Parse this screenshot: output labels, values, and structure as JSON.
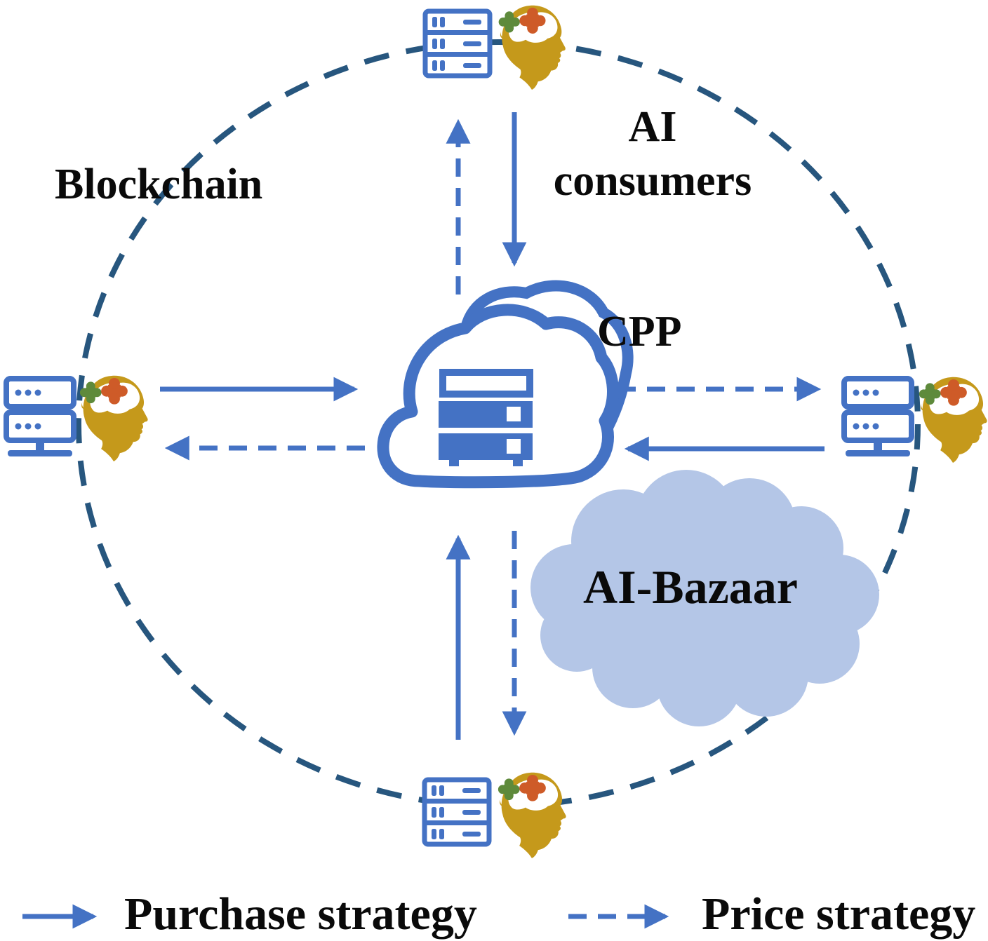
{
  "title": "AI-Bazaar trading architecture diagram",
  "labels": {
    "blockchain": "Blockchain",
    "consumers_line1": "AI",
    "consumers_line2": "consumers",
    "cpp": "CPP",
    "bazaar": "AI-Bazaar"
  },
  "legend": {
    "purchase_label": "Purchase strategy",
    "price_label": "Price strategy"
  },
  "colors": {
    "arrow_blue": "#4472C4",
    "ring_blue": "#27567E",
    "bazaar_fill": "#B4C6E7",
    "head_gold": "#C5991B",
    "puzzle_green": "#5E8A3B",
    "puzzle_orange": "#CE5B28",
    "server_blue": "#4472C4",
    "label_black": "#0A0A0A"
  },
  "icons": {
    "server_rack": "server-rack-icon",
    "workstation": "workstation-icon",
    "ai_head": "ai-brain-head-icon",
    "cpp_cloud": "cloud-server-icon",
    "bazaar_cloud": "bazaar-cloud-shape"
  }
}
